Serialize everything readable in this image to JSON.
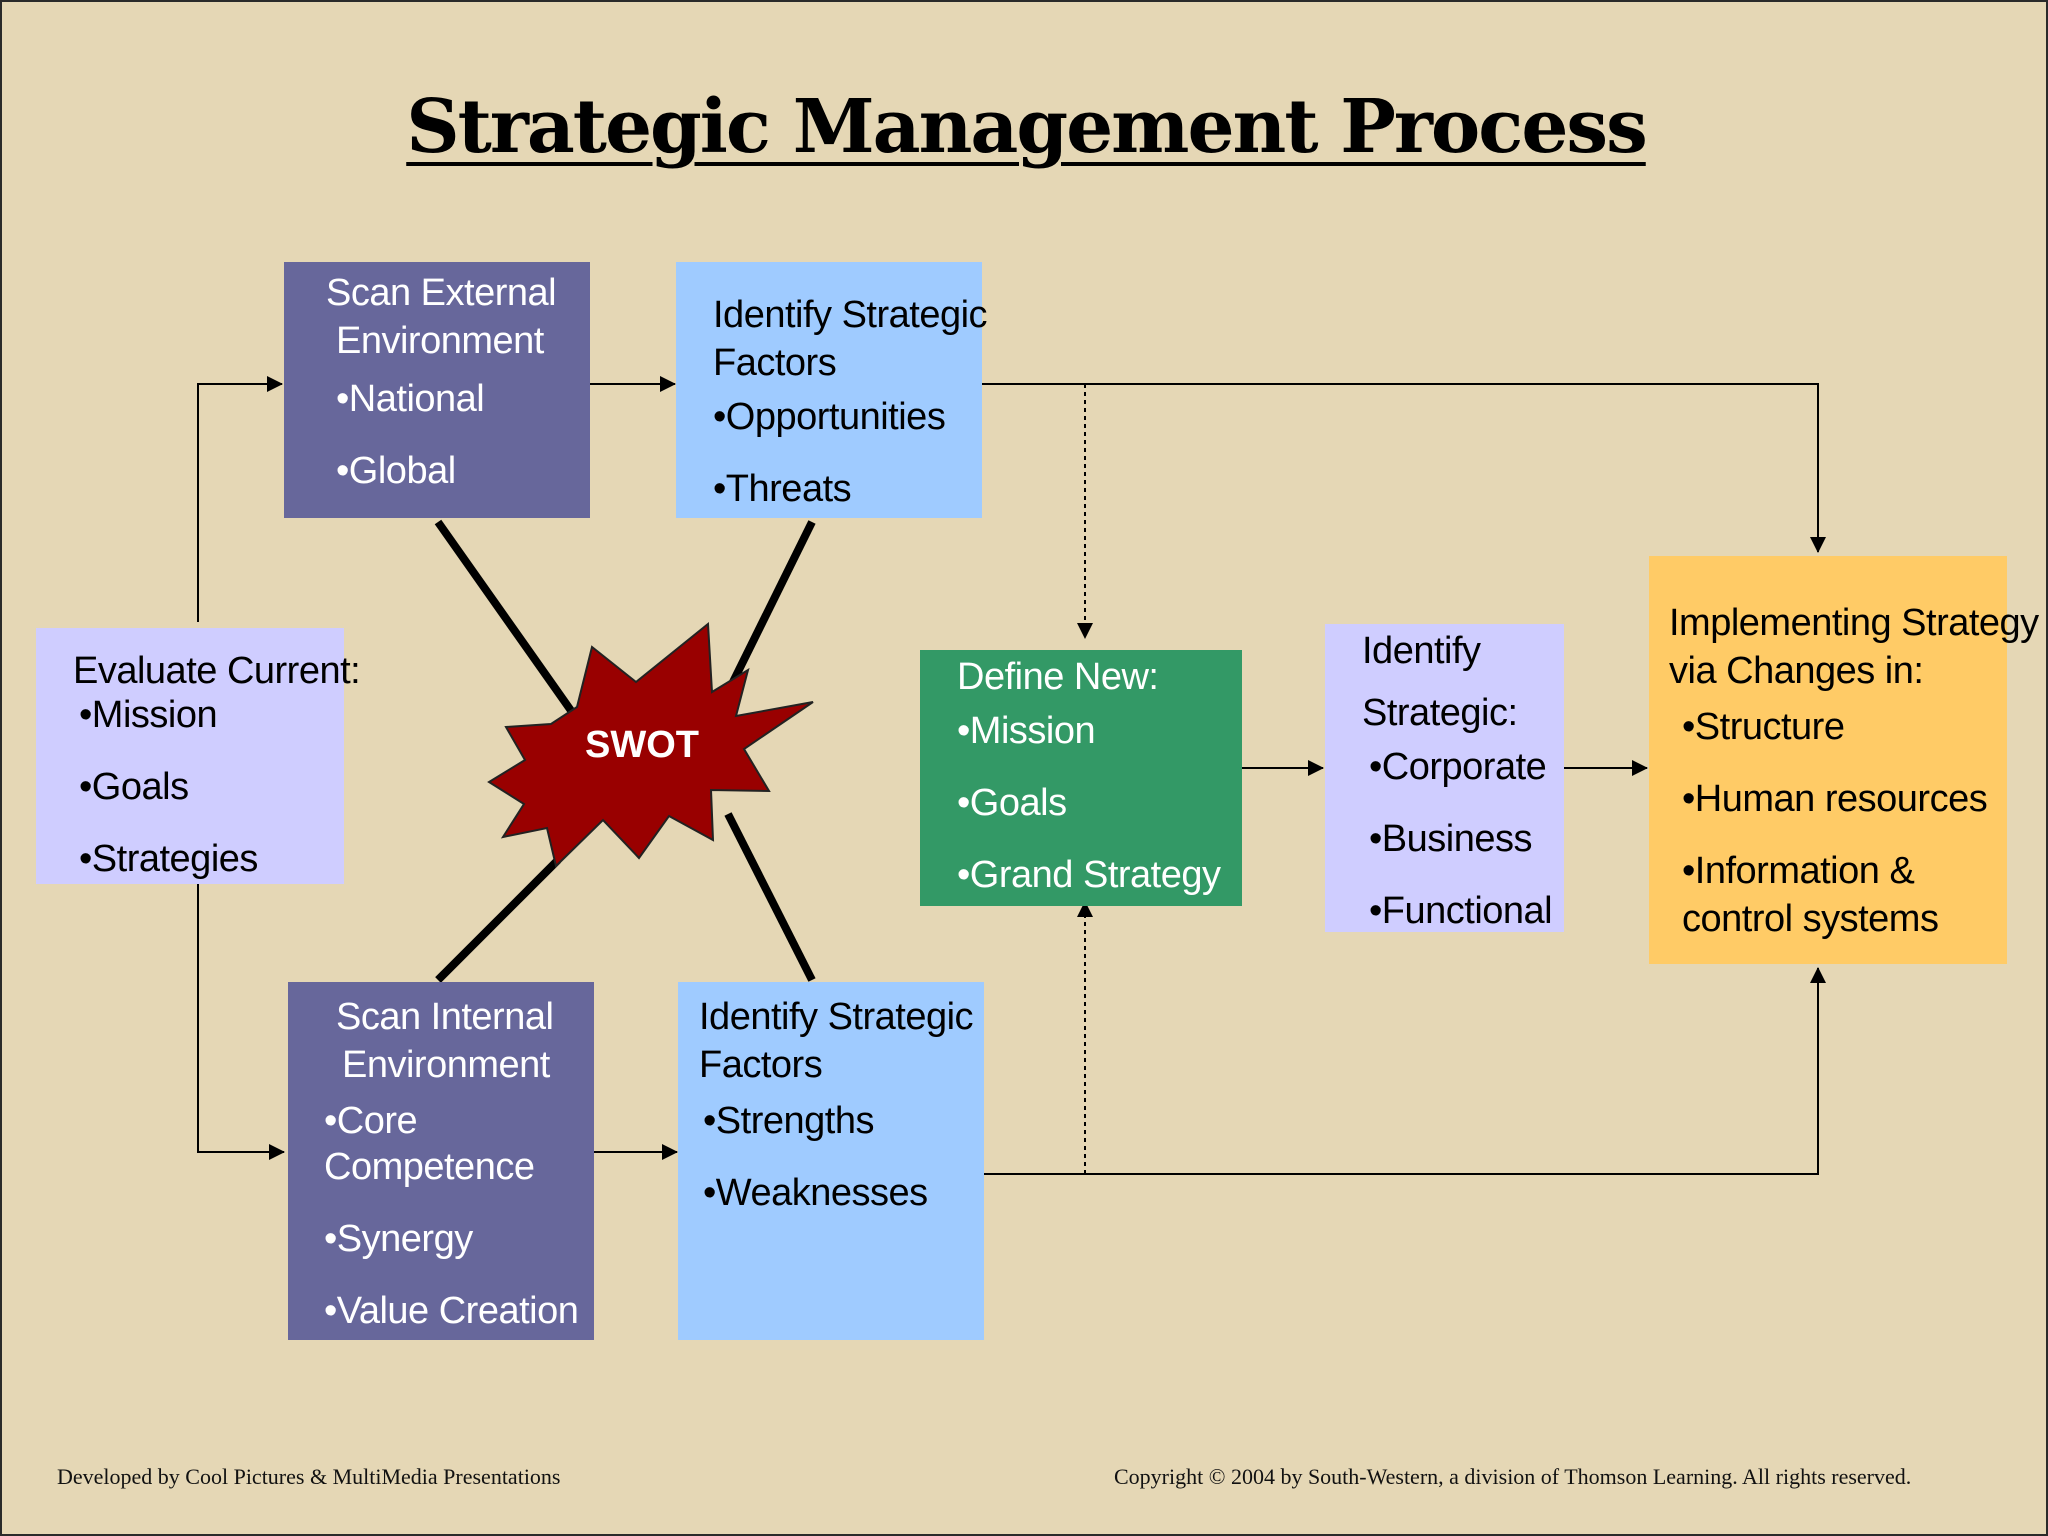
{
  "title": "Strategic Management Process",
  "evaluate": {
    "heading": "Evaluate Current:",
    "items": [
      "•Mission",
      "•Goals",
      "•Strategies"
    ]
  },
  "scan_external": {
    "heading1": "Scan External",
    "heading2": "Environment",
    "items": [
      "•National",
      "•Global"
    ]
  },
  "factors_ot": {
    "heading1": "Identify Strategic",
    "heading2": "Factors",
    "items": [
      "•Opportunities",
      "•Threats"
    ]
  },
  "scan_internal": {
    "heading1": "Scan Internal",
    "heading2": "Environment",
    "items": [
      "•Core",
      "Competence",
      "•Synergy",
      "•Value Creation"
    ]
  },
  "factors_sw": {
    "heading1": "Identify Strategic",
    "heading2": "Factors",
    "items": [
      "•Strengths",
      "•Weaknesses"
    ]
  },
  "swot": "SWOT",
  "define_new": {
    "heading": "Define New:",
    "items": [
      "•Mission",
      "•Goals",
      "•Grand Strategy"
    ]
  },
  "identify_strategic": {
    "heading1": "Identify",
    "heading2": "Strategic:",
    "items": [
      "•Corporate",
      "•Business",
      "•Functional"
    ]
  },
  "implementing": {
    "heading1": "Implementing Strategy",
    "heading2": "via Changes in:",
    "items": [
      "•Structure",
      "•Human resources",
      "•Information &",
      "control systems"
    ]
  },
  "footer": {
    "left": "Developed by Cool Pictures & MultiMedia Presentations",
    "right": "Copyright © 2004 by South-Western, a division of Thomson Learning. All  rights reserved."
  },
  "colors": {
    "background": "#e5d7b5",
    "scan_boxes": "#67679b",
    "factor_boxes": "#9fcbff",
    "lavender_boxes": "#cfcdff",
    "define_box": "#339966",
    "implement_box": "#ffcb66",
    "swot_burst": "#990000"
  }
}
